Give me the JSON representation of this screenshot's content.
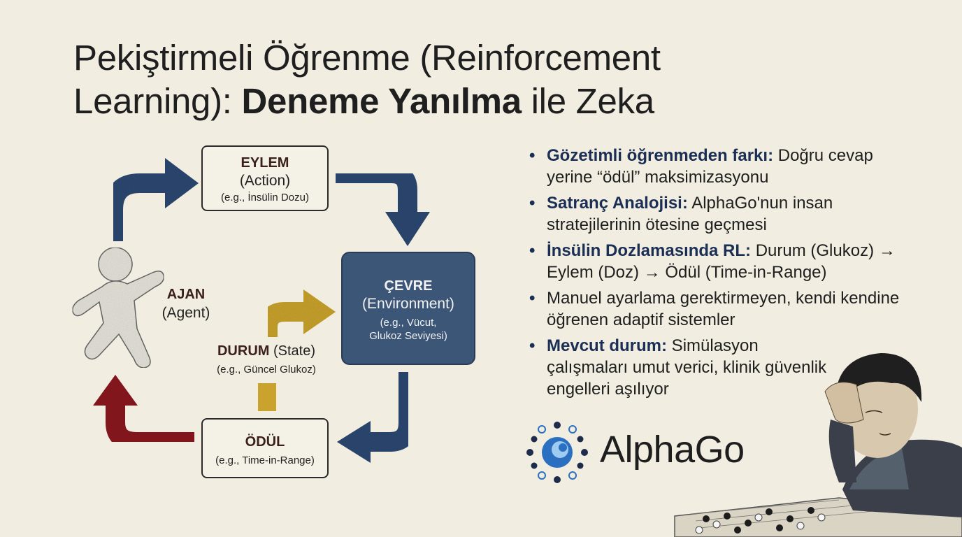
{
  "title": {
    "line1": "Pekiştirmeli Öğrenme (Reinforcement",
    "line2_a": "Learning): ",
    "line2_bold": "Deneme Yanılma",
    "line2_b": " ile Zeka"
  },
  "diagram": {
    "action": {
      "main": "EYLEM",
      "sub": "(Action)",
      "example": "(e.g., İnsülin Dozu)"
    },
    "environment": {
      "main": "ÇEVRE",
      "sub": "(Environment)",
      "example_line1": "(e.g., Vücut,",
      "example_line2": "Glukoz Seviyesi)"
    },
    "agent": {
      "main": "AJAN",
      "sub": "(Agent)"
    },
    "state": {
      "main": "DURUM",
      "sub": " (State)",
      "example": "(e.g., Güncel Glukoz)"
    },
    "reward": {
      "main": "ÖDÜL",
      "example": "(e.g., Time-in-Range)"
    }
  },
  "bullets": [
    {
      "bold": "Gözetimli öğrenmeden farkı:",
      "text": " Doğru cevap yerine “ödül” maksimizasyonu"
    },
    {
      "bold": "Satranç Analojisi:",
      "text": " AlphaGo'nun insan stratejilerinin ötesine geçmesi"
    },
    {
      "bold": "İnsülin Dozlamasında RL:",
      "text": " Durum (Glukoz) → Eylem (Doz) → Ödül (Time-in-Range)"
    },
    {
      "bold": "",
      "text": "Manuel ayarlama gerektirmeyen, kendi kendine öğrenen adaptif sistemler"
    },
    {
      "bold": "Mevcut durum:",
      "text": " Simülasyon çalışmaları umut verici, klinik güvenlik engelleri aşılıyor"
    }
  ],
  "logo": {
    "text": "AlphaGo"
  },
  "colors": {
    "background": "#f1eee1",
    "navy": "#2e4a72",
    "gold": "#c9a32e",
    "crimson": "#8a1f24",
    "env_fill": "#3c5678",
    "bullet_bold": "#1b2f55",
    "logo_blue": "#2a6fc0"
  },
  "icons": [
    "agent-figure-icon",
    "alphago-logo-icon",
    "go-player-illustration"
  ]
}
